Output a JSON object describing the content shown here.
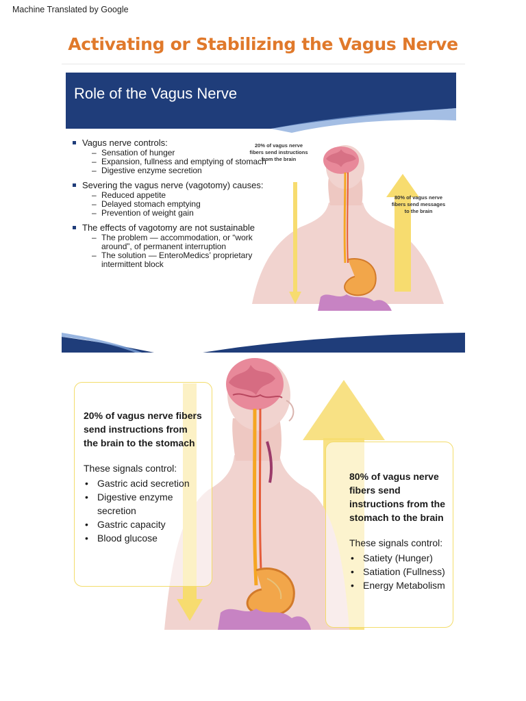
{
  "header_note": "Machine Translated by Google",
  "title": "Activating or Stabilizing the Vagus Nerve",
  "slide1": {
    "title": "Role of the Vagus Nerve",
    "bullets": [
      {
        "text": "Vagus nerve controls:",
        "subs": [
          "Sensation of hunger",
          "Expansion, fullness and emptying of stomach",
          "Digestive enzyme secretion"
        ]
      },
      {
        "text": "Severing the vagus nerve (vagotomy) causes:",
        "subs": [
          "Reduced appetite",
          "Delayed stomach emptying",
          "Prevention of weight gain"
        ]
      },
      {
        "text": "The effects of vagotomy are not sustainable",
        "subs": [
          "The problem — accommodation, or “work around”, of permanent interruption",
          "The solution — EnteroMedics’ proprietary intermittent block"
        ]
      }
    ],
    "label_down": "20% of vagus nerve fibers send instructions from the brain",
    "label_up": "80% of vagus nerve fibers send messages to the brain"
  },
  "slide2": {
    "left": {
      "heading": "20% of vagus nerve fibers send instructions from the brain to the stomach",
      "signals_title": "These signals control:",
      "items": [
        "Gastric acid secretion",
        "Digestive enzyme secretion",
        "Gastric capacity",
        "Blood glucose"
      ]
    },
    "right": {
      "heading": "80% of vagus nerve fibers send instructions from the stomach to the brain",
      "signals_title": "These signals control:",
      "items": [
        "Satiety (Hunger)",
        "Satiation (Fullness)",
        "Energy Metabolism"
      ]
    }
  },
  "colors": {
    "title_orange": "#e0792b",
    "header_navy": "#1f3d7a",
    "arrow_yellow": "#f7dc6f",
    "skin": "#f1d3cf"
  }
}
